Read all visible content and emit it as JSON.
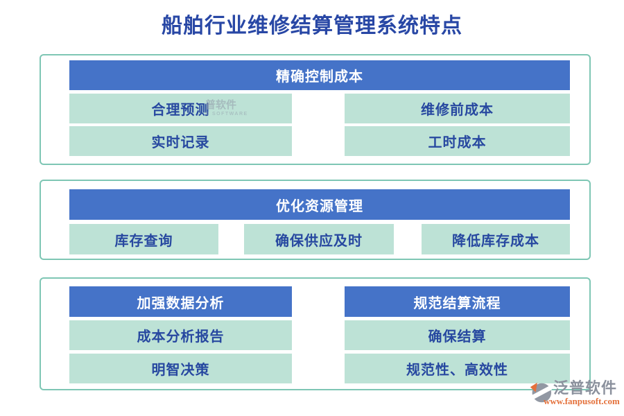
{
  "title": "船舶行业维修结算管理系统特点",
  "sections": [
    {
      "header": "精确控制成本",
      "items": [
        "合理预测",
        "维修前成本",
        "实时记录",
        "工时成本"
      ],
      "watermark": {
        "line1": "普软件",
        "line2": "U SOFTWARE"
      }
    },
    {
      "header": "优化资源管理",
      "items": [
        "库存查询",
        "确保供应及时",
        "降低库存成本"
      ]
    },
    {
      "columns": [
        {
          "header": "加强数据分析",
          "items": [
            "成本分析报告",
            "明智决策"
          ]
        },
        {
          "header": "规范结算流程",
          "items": [
            "确保结算",
            "规范性、高效性"
          ]
        }
      ]
    }
  ],
  "footer": {
    "brand": "泛普软件",
    "url": "www.fanpusoft.com"
  },
  "colors": {
    "title_text": "#2847A5",
    "header_bg": "#4573C8",
    "header_text": "#FFFFFF",
    "box_bg": "#BDE2D6",
    "box_text": "#2748A0",
    "panel_border": "#7EC6B4",
    "brand_text": "#8B919D",
    "url_text": "#E4713B"
  }
}
